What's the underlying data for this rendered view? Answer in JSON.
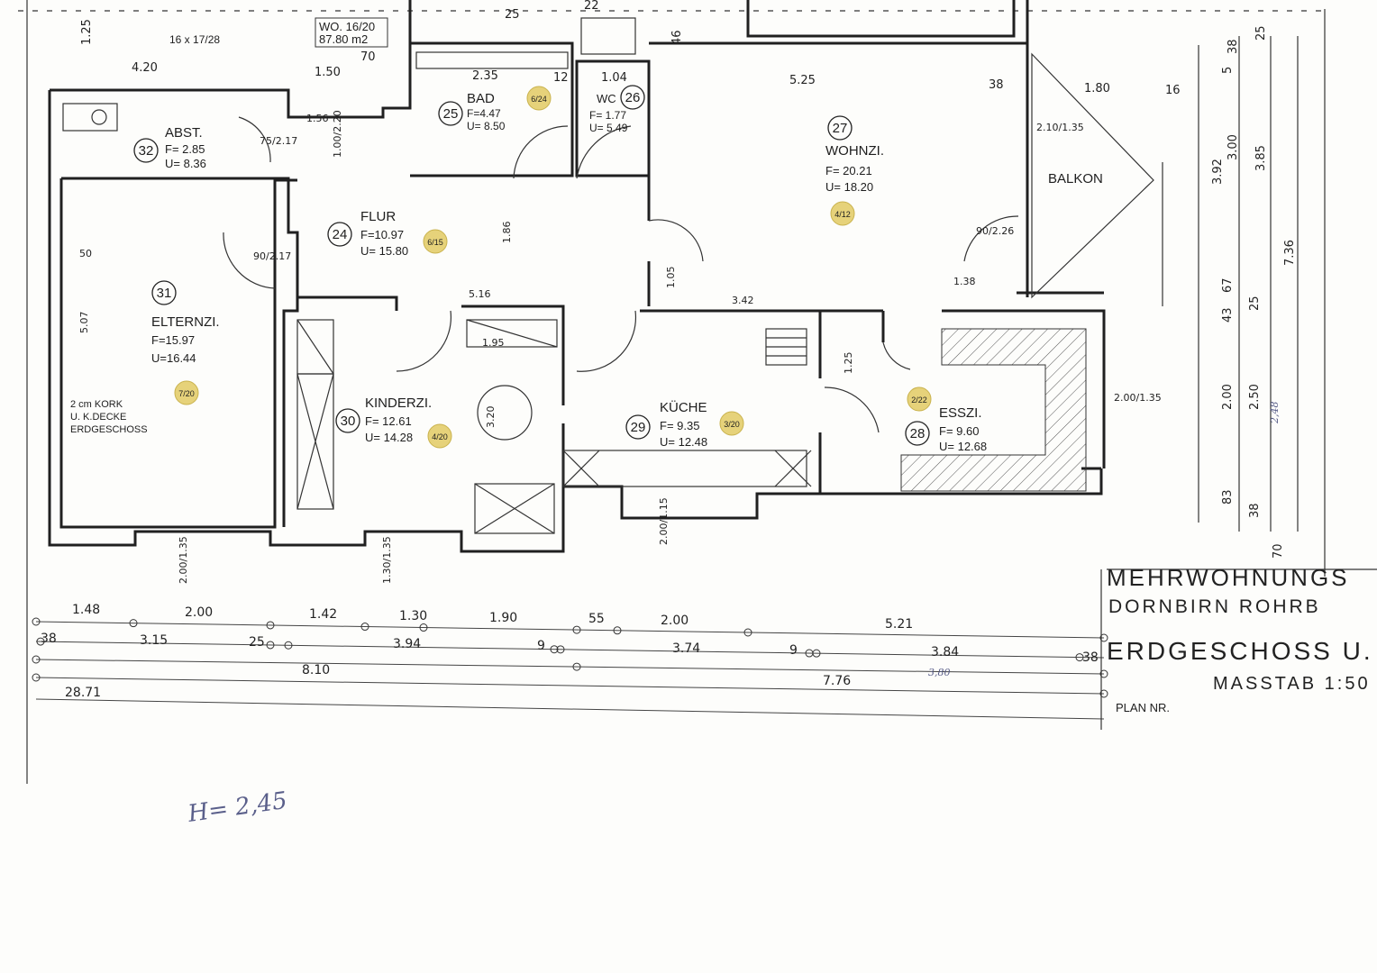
{
  "drawing": {
    "apartment_label": "WO. 16/20",
    "apartment_area": "87.80 m2",
    "stair_note": "16 x 17/28",
    "cork_note": [
      "2 cm KORK",
      "U. K.DECKE",
      "ERDGESCHOSS"
    ],
    "handwritten_height": "H= 2,45",
    "handwritten_dim1": "3,80",
    "handwritten_dim2": "2,48",
    "balcony_label": "BALKON"
  },
  "rooms": [
    {
      "num": "32",
      "name": "ABST.",
      "area": "F= 2.85",
      "perimeter": "U= 8.36",
      "sticker": ""
    },
    {
      "num": "31",
      "name": "ELTERNZI.",
      "area": "F=15.97",
      "perimeter": "U=16.44",
      "sticker": "7/20"
    },
    {
      "num": "24",
      "name": "FLUR",
      "area": "F=10.97",
      "perimeter": "U= 15.80",
      "sticker": "6/15"
    },
    {
      "num": "25",
      "name": "BAD",
      "area": "F=4.47",
      "perimeter": "U= 8.50",
      "sticker": "6/24"
    },
    {
      "num": "26",
      "name": "WC",
      "area": "F= 1.77",
      "perimeter": "U= 5.49",
      "sticker": ""
    },
    {
      "num": "27",
      "name": "WOHNZI.",
      "area": "F= 20.21",
      "perimeter": "U= 18.20",
      "sticker": "4/12"
    },
    {
      "num": "30",
      "name": "KINDERZI.",
      "area": "F= 12.61",
      "perimeter": "U= 14.28",
      "sticker": "4/20"
    },
    {
      "num": "29",
      "name": "KÜCHE",
      "area": "F= 9.35",
      "perimeter": "U= 12.48",
      "sticker": "3/20"
    },
    {
      "num": "28",
      "name": "ESSZI.",
      "area": "F= 9.60",
      "perimeter": "U= 12.68",
      "sticker": "2/22"
    }
  ],
  "title_block": {
    "line1": "MEHRWOHNUNGS",
    "line2": "DORNBIRN ROHRB",
    "line3": "ERDGESCHOSS U.",
    "scale": "MASSTAB 1:50",
    "plan_no": "PLAN NR."
  },
  "dimensions": {
    "row1": [
      "1.48",
      "2.00",
      "1.42",
      "1.30",
      "1.90",
      "55",
      "2.00",
      "5.21"
    ],
    "row2": [
      "38",
      "3.15",
      "25",
      "3.94",
      "9",
      "3.74",
      "9",
      "3.84",
      "38"
    ],
    "row3": [
      "8.10",
      "7.76"
    ],
    "row4": [
      "28.71"
    ],
    "right": [
      "3.92",
      "3.00",
      "3.85",
      "7.36",
      "2.00",
      "2.50",
      "83",
      "38",
      "67",
      "43",
      "25",
      "5",
      "38",
      "25",
      "70"
    ],
    "top": [
      "1.25",
      "4.20",
      "1.50",
      "70",
      "2.35",
      "12",
      "1.04",
      "5.25",
      "38",
      "1.80",
      "16",
      "25",
      "22",
      "46"
    ],
    "openings": [
      "75/2.17",
      "90/2.17",
      "90/2.26",
      "1.38",
      "2.10/1.35",
      "2.00/1.35",
      "2.00/1.15",
      "2.00/1.35",
      "1.30/1.35",
      "5.16",
      "3.42",
      "1.95",
      "3.20",
      "1.86",
      "1.05",
      "1.25",
      "1.00/2.20",
      "1.56",
      "5.07",
      "50"
    ]
  }
}
